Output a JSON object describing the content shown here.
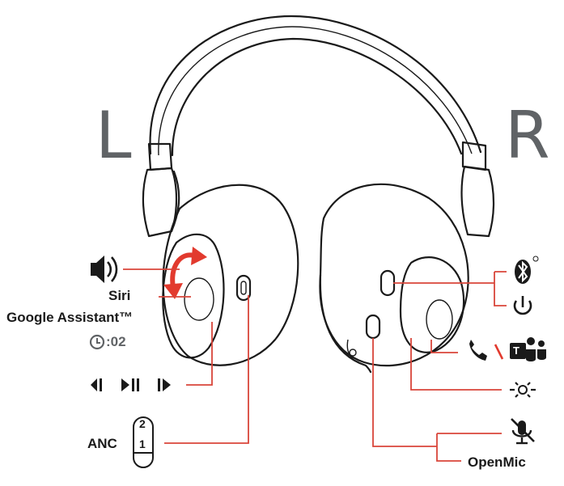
{
  "labels": {
    "left_side": "L",
    "right_side": "R",
    "siri": "Siri",
    "google_assistant": "Google Assistant™",
    "hold_time": ":02",
    "anc": "ANC",
    "anc_position_2": "2",
    "anc_position_1": "1",
    "openmic": "OpenMic",
    "teams_letter": "T"
  },
  "icons": {
    "volume": "speaker-volume-icon",
    "track_controls": "previous-play-pause-next-icon",
    "clock": "clock-icon",
    "bluetooth": "bluetooth-icon",
    "power": "power-icon",
    "call": "phone-handset-icon",
    "teams": "microsoft-teams-icon",
    "sensor": "sensor-light-icon",
    "mute": "mic-mute-icon"
  },
  "colors": {
    "leader_lines": "#d9453a",
    "arrow": "#e23a2e",
    "headset_outline": "#1a1a1a",
    "side_letters": "#606366"
  }
}
